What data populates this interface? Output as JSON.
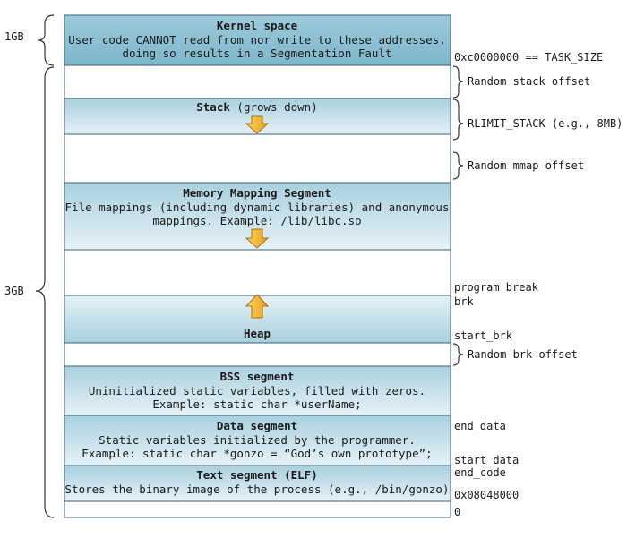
{
  "brackets": {
    "kernel_size": "1GB",
    "user_size": "3GB"
  },
  "segments": {
    "kernel": {
      "title": "Kernel space",
      "line1": "User code CANNOT read from nor write to these addresses,",
      "line2": "doing so results in a Segmentation Fault"
    },
    "stack": {
      "title": "Stack",
      "suffix": " (grows down)"
    },
    "mmap": {
      "title": "Memory Mapping Segment",
      "line1": "File mappings (including dynamic libraries) and anonymous",
      "line2": "mappings. Example: /lib/libc.so"
    },
    "heap": {
      "title": "Heap"
    },
    "bss": {
      "title": "BSS segment",
      "line1": "Uninitialized static variables, filled with zeros.",
      "line2": "Example: static char *userName;"
    },
    "data": {
      "title": "Data segment",
      "line1": "Static variables initialized by the programmer.",
      "line2": "Example: static char *gonzo = “God’s own prototype”;"
    },
    "text": {
      "title": "Text segment (ELF)",
      "line1": "Stores the binary image of the process (e.g., /bin/gonzo)"
    }
  },
  "offsets": {
    "random_stack": "Random stack offset",
    "rlimit_stack": "RLIMIT_STACK (e.g., 8MB)",
    "random_mmap": "Random mmap offset",
    "random_brk": "Random brk offset"
  },
  "addresses": {
    "task_size": "0xc0000000 == TASK_SIZE",
    "program_break": "program break",
    "brk": "brk",
    "start_brk": "start_brk",
    "end_data": "end_data",
    "start_data": "start_data",
    "end_code": "end_code",
    "text_start": "0x08048000",
    "zero": "0"
  },
  "colors": {
    "segment_fill_light": "#dcedf4",
    "segment_fill_dark": "#a9d0df",
    "kernel_fill": "#8fc3d6",
    "border": "#3c5f74",
    "arrow_fill": "#f7b52c",
    "arrow_stroke": "#a86f0a"
  }
}
